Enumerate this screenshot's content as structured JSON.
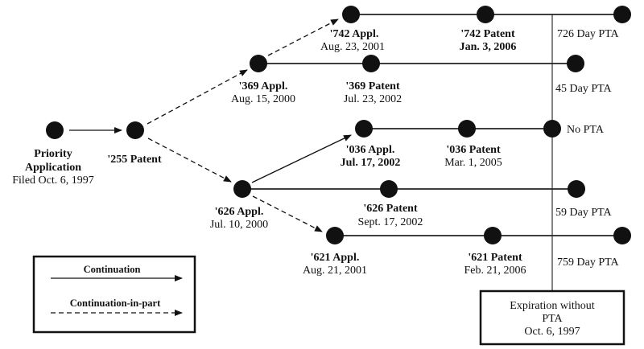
{
  "diagram": {
    "priority": {
      "line1": "Priority",
      "line2": "Application",
      "date": "Filed Oct. 6, 1997"
    },
    "p255": {
      "title": "'255 Patent"
    },
    "a369": {
      "title": "'369 Appl.",
      "date": "Aug. 15, 2000"
    },
    "a742": {
      "title": "'742 Appl.",
      "date": "Aug. 23, 2001"
    },
    "p742": {
      "title": "'742 Patent",
      "date": "Jan. 3, 2006"
    },
    "p369": {
      "title": "'369 Patent",
      "date": "Jul. 23, 2002"
    },
    "a036": {
      "title": "'036 Appl.",
      "date": "Jul. 17, 2002"
    },
    "p036": {
      "title": "'036 Patent",
      "date": "Mar. 1, 2005"
    },
    "a626": {
      "title": "'626 Appl.",
      "date": "Jul. 10, 2000"
    },
    "p626": {
      "title": "'626 Patent",
      "date": "Sept. 17, 2002"
    },
    "a621": {
      "title": "'621 Appl.",
      "date": "Aug. 21, 2001"
    },
    "p621": {
      "title": "'621 Patent",
      "date": "Feb. 21, 2006"
    },
    "pta": {
      "row742": "726 Day PTA",
      "row369": "45 Day PTA",
      "row036": "No PTA",
      "row626": "59 Day PTA",
      "row621": "759 Day PTA"
    },
    "expiration": {
      "line1": "Expiration without",
      "line2": "PTA",
      "date": "Oct. 6, 1997"
    },
    "legend": {
      "continuation": "Continuation",
      "cip": "Continuation-in-part"
    }
  }
}
